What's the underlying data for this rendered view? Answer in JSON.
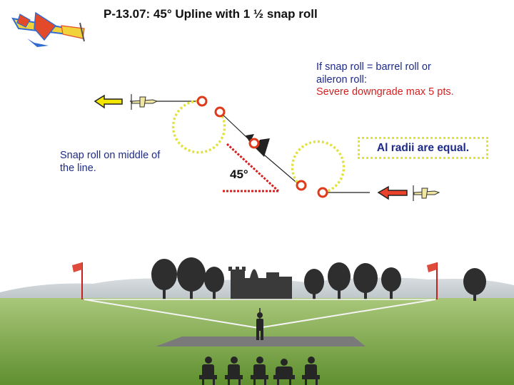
{
  "title": "P-13.07: 45° Upline with 1 ½ snap roll",
  "note": {
    "line1": "If snap roll = barrel roll or",
    "line2": "aileron roll:",
    "line3": "Severe downgrade max 5 pts."
  },
  "snap_note": {
    "line1": "Snap roll on middle of",
    "line2": "the line."
  },
  "radii_note": "Al radii are equal.",
  "angle_label": "45°",
  "colors": {
    "text_blue": "#1e2a8a",
    "warn_red": "#d62020",
    "arrow_yellow": "#f2e600",
    "arrow_red": "#e8432a",
    "marker_red": "#e03a1c",
    "loop_yellow": "#e2e23a",
    "sky": "#ffffff",
    "grass": "#6f9b3c"
  },
  "icons": [
    "model-airplane-icon",
    "entry-airplane-icon",
    "exit-airplane-icon",
    "pilot-figure-icon",
    "judge-figure-icon",
    "red-flag-icon"
  ]
}
